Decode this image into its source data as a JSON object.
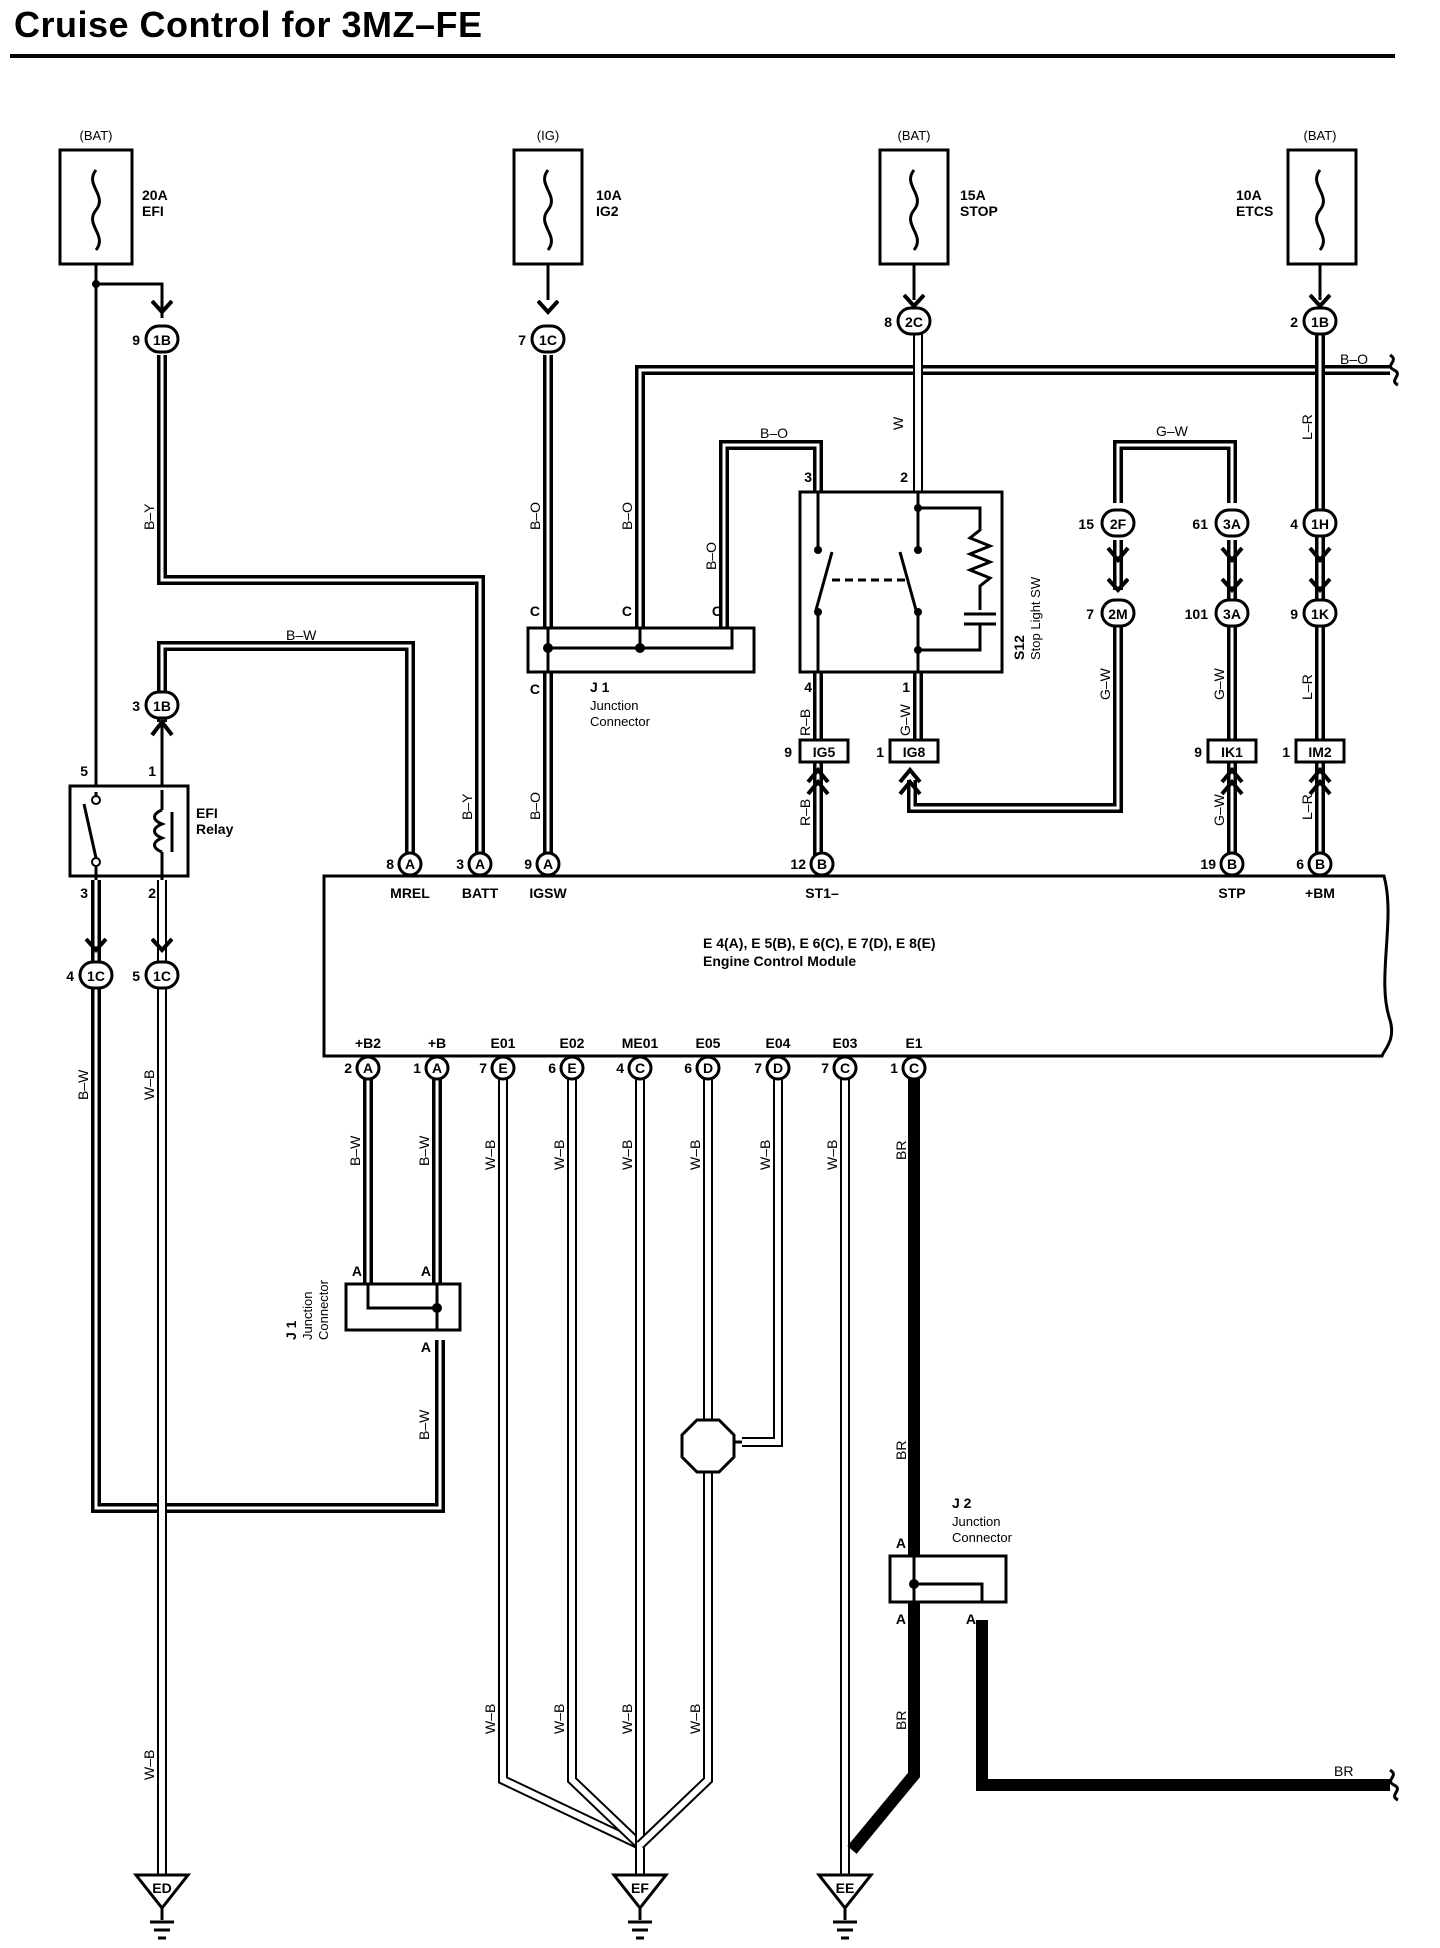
{
  "title": "Cruise Control for 3MZ–FE",
  "fuses": [
    {
      "id": "fuse-efi",
      "source": "(BAT)",
      "rating": "20A",
      "name": "EFI"
    },
    {
      "id": "fuse-ig2",
      "source": "(IG)",
      "rating": "10A",
      "name": "IG2"
    },
    {
      "id": "fuse-stop",
      "source": "(BAT)",
      "rating": "15A",
      "name": "STOP"
    },
    {
      "id": "fuse-etcs",
      "source": "(BAT)",
      "rating": "10A",
      "name": "ETCS"
    }
  ],
  "connectors": {
    "c1b_top": {
      "pin": "9",
      "code": "1B"
    },
    "c1c_top": {
      "pin": "7",
      "code": "1C"
    },
    "c2c_top": {
      "pin": "8",
      "code": "2C"
    },
    "c1b_right": {
      "pin": "2",
      "code": "1B"
    },
    "c1b_relay": {
      "pin": "3",
      "code": "1B"
    },
    "c2f": {
      "pin": "15",
      "code": "2F"
    },
    "c3a_top": {
      "pin": "61",
      "code": "3A"
    },
    "c1h": {
      "pin": "4",
      "code": "1H"
    },
    "c2m": {
      "pin": "7",
      "code": "2M"
    },
    "c3a_mid": {
      "pin": "101",
      "code": "3A"
    },
    "c1k": {
      "pin": "9",
      "code": "1K"
    },
    "c1c_left4": {
      "pin": "4",
      "code": "1C"
    },
    "c1c_left5": {
      "pin": "5",
      "code": "1C"
    }
  },
  "boxes": {
    "ig5": {
      "pin": "9",
      "code": "IG5"
    },
    "ig8": {
      "pin": "1",
      "code": "IG8"
    },
    "ik1": {
      "pin": "9",
      "code": "IK1"
    },
    "im2": {
      "pin": "1",
      "code": "IM2"
    }
  },
  "stoplight": {
    "code": "S12",
    "name": "Stop Light SW",
    "pin3": "3",
    "pin2": "2",
    "pin4": "4",
    "pin1": "1"
  },
  "relay": {
    "name_line1": "EFI",
    "name_line2": "Relay",
    "pin5": "5",
    "pin1": "1",
    "pin3": "3",
    "pin2": "2"
  },
  "j1_top": {
    "code": "J 1",
    "line1": "Junction",
    "line2": "Connector",
    "pin": "C"
  },
  "j1_bottom": {
    "code": "J 1",
    "line1": "Junction",
    "line2": "Connector",
    "pin": "A"
  },
  "j2": {
    "code": "J 2",
    "line1": "Junction",
    "line2": "Connector",
    "pin": "A"
  },
  "ecm": {
    "line1": "E 4(A), E 5(B), E 6(C), E 7(D), E 8(E)",
    "line2": "Engine Control Module",
    "top_terminals": [
      {
        "pin": "8",
        "conn": "A",
        "name": "MREL"
      },
      {
        "pin": "3",
        "conn": "A",
        "name": "BATT"
      },
      {
        "pin": "9",
        "conn": "A",
        "name": "IGSW"
      },
      {
        "pin": "12",
        "conn": "B",
        "name": "ST1–"
      },
      {
        "pin": "19",
        "conn": "B",
        "name": "STP"
      },
      {
        "pin": "6",
        "conn": "B",
        "name": "+BM"
      }
    ],
    "bottom_terminals": [
      {
        "pin": "2",
        "conn": "A",
        "name": "+B2"
      },
      {
        "pin": "1",
        "conn": "A",
        "name": "+B"
      },
      {
        "pin": "7",
        "conn": "E",
        "name": "E01"
      },
      {
        "pin": "6",
        "conn": "E",
        "name": "E02"
      },
      {
        "pin": "4",
        "conn": "C",
        "name": "ME01"
      },
      {
        "pin": "6",
        "conn": "D",
        "name": "E05"
      },
      {
        "pin": "7",
        "conn": "D",
        "name": "E04"
      },
      {
        "pin": "7",
        "conn": "C",
        "name": "E03"
      },
      {
        "pin": "1",
        "conn": "C",
        "name": "E1"
      }
    ]
  },
  "wires": {
    "b_y": "B–Y",
    "b_w": "B–W",
    "b_o": "B–O",
    "w": "W",
    "l_r": "L–R",
    "g_w": "G–W",
    "r_b": "R–B",
    "w_b": "W–B",
    "br": "BR"
  },
  "grounds": {
    "ed": "ED",
    "ef": "EF",
    "ee": "EE"
  }
}
